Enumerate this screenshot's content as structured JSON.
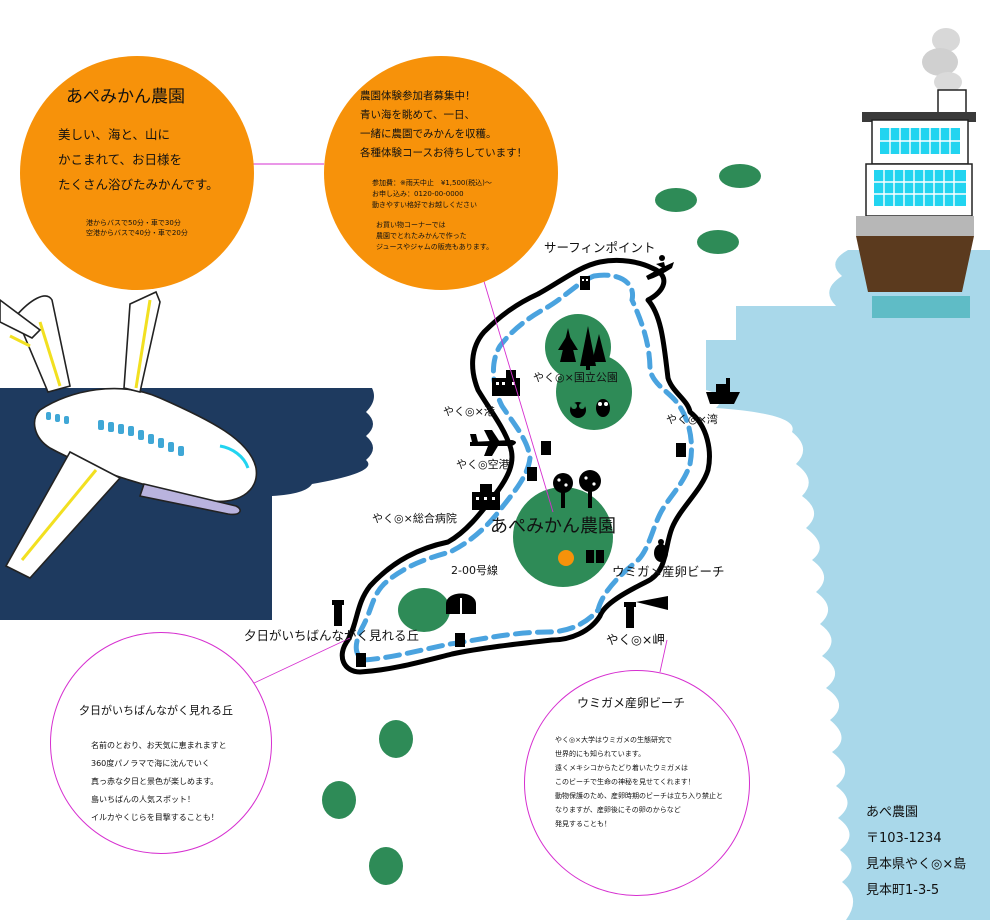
{
  "circle_farm": {
    "title": "あぺみかん農園",
    "lines": [
      "美しい、海と、山に",
      "かこまれて、お日様を",
      "たくさん浴びたみかんです。"
    ],
    "access": [
      "港からバスで50分・車で30分",
      "空港からバスで40分・車で20分"
    ]
  },
  "circle_experience": {
    "lines": [
      "農園体験参加者募集中！",
      "青い海を眺めて、一日、",
      "一緒に農園でみかんを収穫。",
      "各種体験コースお待ちしています！"
    ],
    "details": [
      "参加費：※雨天中止　¥1,500(税込)～",
      "お申し込み：0120-00-0000",
      "動きやすい格好でお越しください"
    ],
    "shop": [
      "お買い物コーナーでは",
      "農園でとれたみかんで作った",
      "ジュースやジャムの販売もあります。"
    ]
  },
  "circle_hill": {
    "title": "夕日がいちばんながく見れる丘",
    "lines": [
      "名前のとおり、お天気に恵まれますと",
      "360度パノラマで海に沈んでいく",
      "真っ赤な夕日と景色が楽しめます。",
      "島いちばんの人気スポット！",
      "イルカやくじらを目撃することも！"
    ]
  },
  "circle_beach": {
    "title": "ウミガメ産卵ビーチ",
    "lines": [
      "やく◎×大学はウミガメの生態研究で",
      "世界的にも知られています。",
      "遠くメキシコからたどり着いたウミガメは",
      "このビーチで生命の神秘を見せてくれます！",
      "動物保護のため、産卵時期のビーチは立ち入り禁止と",
      "なりますが、産卵後にその卵のからなど",
      "発見することも！"
    ]
  },
  "map_labels": {
    "surfing": "サーフィンポイント",
    "park": "やく◎×国立公園",
    "port": "やく◎×港",
    "bay": "やく◎×湾",
    "airport": "やく◎空港",
    "hospital": "やく◎×総合病院",
    "farm": "あぺみかん農園",
    "route": "2-00号線",
    "turtle_beach": "ウミガメ産卵ビーチ",
    "cape": "やく◎×岬",
    "hill": "夕日がいちばんながく見れる丘"
  },
  "address": {
    "name": "あぺ農園",
    "zip": "〒103-1234",
    "line1": "見本県やく◎×島",
    "line2": "見本町1-3-5"
  },
  "colors": {
    "orange": "#f7920a",
    "navy_sea": "#1e3a5f",
    "light_sea": "#a9d8ea",
    "forest_green": "#2e8b57",
    "route_blue": "#4aa3df",
    "magenta_line": "#d62fd0"
  }
}
